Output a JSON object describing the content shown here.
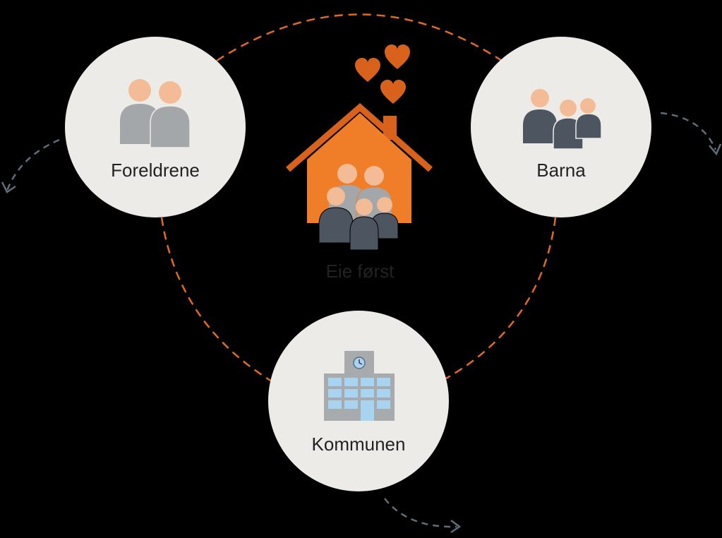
{
  "diagram": {
    "center": {
      "label": "Eie først",
      "icon": "house-with-family-and-hearts-icon"
    },
    "nodes": [
      {
        "id": "parents",
        "label": "Foreldrene",
        "icon": "two-adults-icon"
      },
      {
        "id": "children",
        "label": "Barna",
        "icon": "three-children-icon"
      },
      {
        "id": "municipality",
        "label": "Kommunen",
        "icon": "municipal-building-icon"
      }
    ]
  },
  "colors": {
    "background": "#000000",
    "circle_fill": "#EDEBE8",
    "orange": "#F07D28",
    "orange_dark": "#D8621C",
    "connector_dash": "#E06A22",
    "outer_arrow": "#5E6E7A",
    "person_grey": "#A4A7AA",
    "person_dark": "#4D5660",
    "skin": "#F4BC96",
    "building_grey": "#A8ABAE",
    "window_blue": "#A8D4F2",
    "text": "#222222"
  }
}
